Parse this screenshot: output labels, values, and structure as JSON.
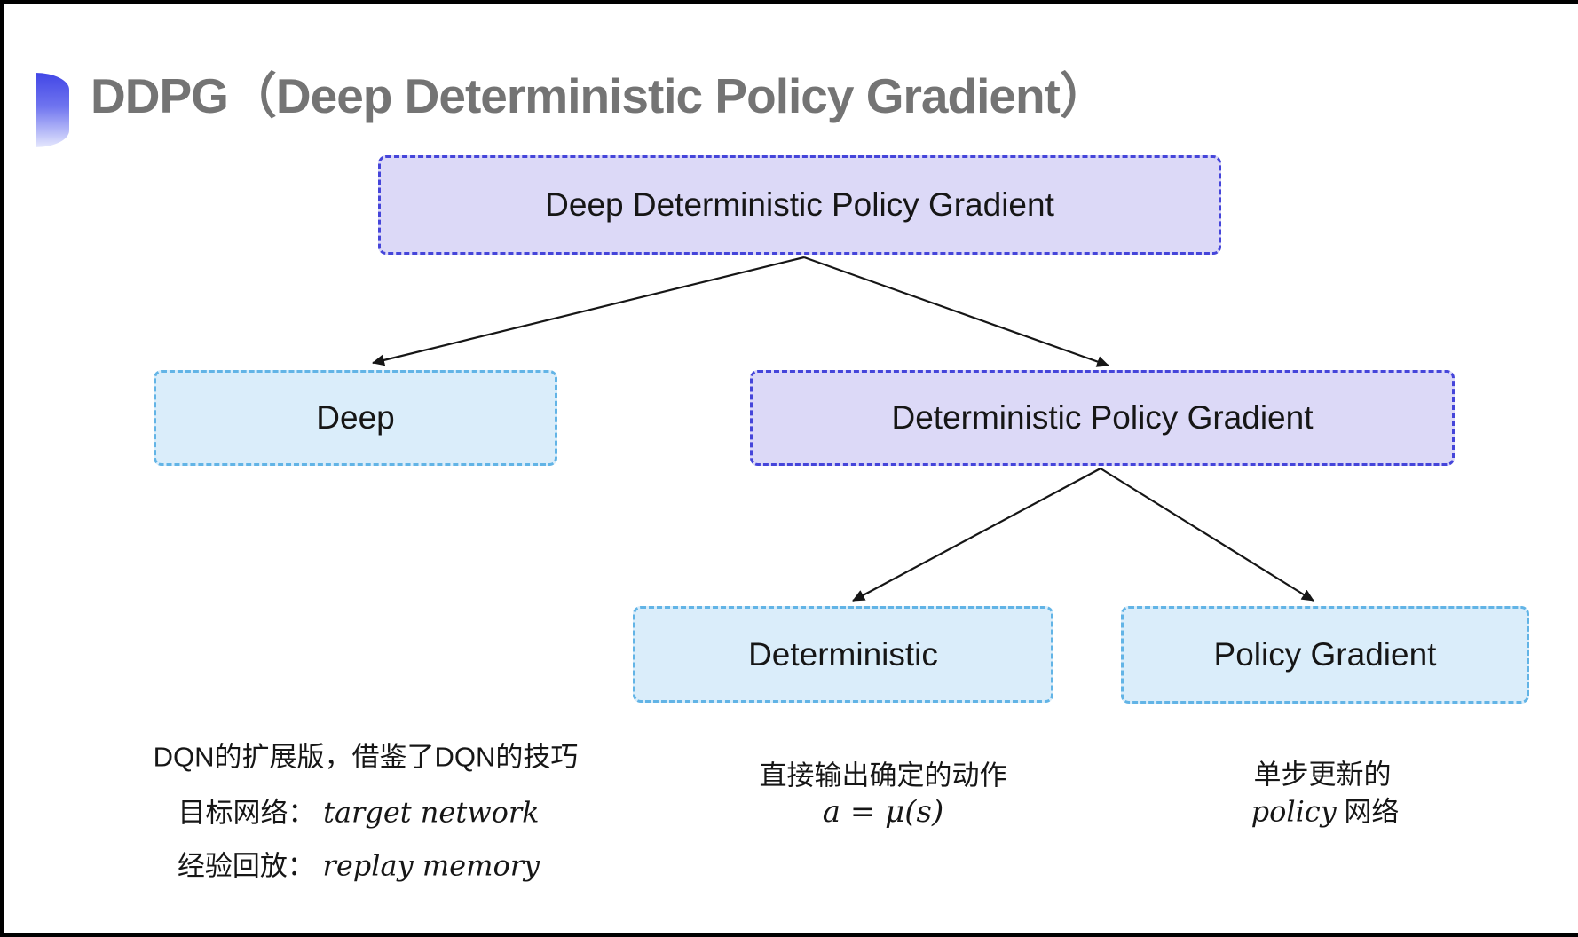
{
  "page": {
    "title": "DDPG（Deep Deterministic Policy Gradient）"
  },
  "colors": {
    "purple_fill": "#dcd9f7",
    "purple_border": "#4545da",
    "blue_fill": "#daedfa",
    "blue_border": "#62b4e6",
    "title_gray": "#747474",
    "ink": "#161616",
    "edge_black": "#000000"
  },
  "icon": {
    "title_bullet": "blue-semicircle-bullet"
  },
  "diagram": {
    "nodes": {
      "root": {
        "label": "Deep Deterministic Policy Gradient",
        "variant": "purple"
      },
      "deep": {
        "label": "Deep",
        "variant": "blue"
      },
      "dpg": {
        "label": "Deterministic Policy Gradient",
        "variant": "purple"
      },
      "deterministic": {
        "label": "Deterministic",
        "variant": "blue"
      },
      "policy_gradient": {
        "label": "Policy Gradient",
        "variant": "blue"
      }
    },
    "edges": [
      {
        "from": "root",
        "to": "deep"
      },
      {
        "from": "root",
        "to": "dpg"
      },
      {
        "from": "dpg",
        "to": "deterministic"
      },
      {
        "from": "dpg",
        "to": "policy_gradient"
      }
    ]
  },
  "annotations": {
    "deep": {
      "line1": "DQN的扩展版，借鉴了DQN的技巧",
      "line2_label": "目标网络：",
      "line2_value": "target network",
      "line3_label": "经验回放：",
      "line3_value": "replay memory"
    },
    "deterministic": {
      "line1": "直接输出确定的动作",
      "formula": "a = μ(s)"
    },
    "policy_gradient": {
      "line1": "单步更新的",
      "line2_italic": "policy",
      "line2_rest": " 网络"
    }
  }
}
